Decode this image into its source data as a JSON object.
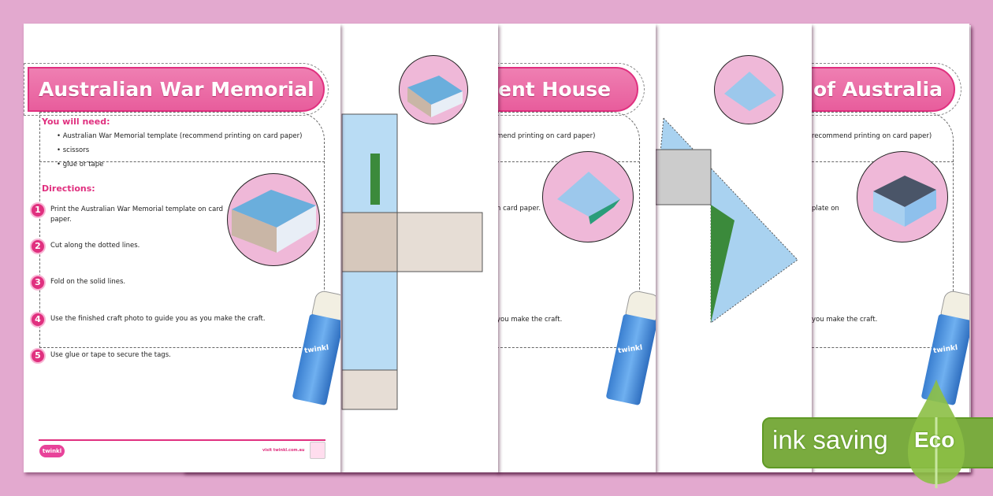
{
  "page1": {
    "title": "Australian War Memorial",
    "you_will_need_heading": "You will need:",
    "materials": [
      "Australian War Memorial template (recommend printing on card paper)",
      "scissors",
      "glue or tape"
    ],
    "directions_heading": "Directions:",
    "steps": [
      {
        "num": "1",
        "text": "Print the Australian War Memorial template on card",
        "text2": "paper."
      },
      {
        "num": "2",
        "text": "Cut along the dotted lines."
      },
      {
        "num": "3",
        "text": "Fold on the solid lines."
      },
      {
        "num": "4",
        "text": "Use the finished craft photo to guide you as you make the craft."
      },
      {
        "num": "5",
        "text": "Use glue or tape to secure the tags."
      }
    ],
    "logo": "twinkl",
    "footer_url": "visit twinkl.com.au",
    "glue_label": "twinkl"
  },
  "page3": {
    "title_fragment": "ent House",
    "material_fragment": "mend printing on card paper)",
    "step1_fragment": "n card paper.",
    "step4_fragment": "you make the craft.",
    "glue_label": "twinkl"
  },
  "page5": {
    "title_fragment": "of Australia",
    "material_fragment": "recommend printing on card paper)",
    "step1_fragment": "plate on",
    "step4_fragment": "you make the craft.",
    "glue_label": "twinkl"
  },
  "badge": {
    "text": "ink saving",
    "eco": "Eco",
    "color": "#7aab3f"
  }
}
